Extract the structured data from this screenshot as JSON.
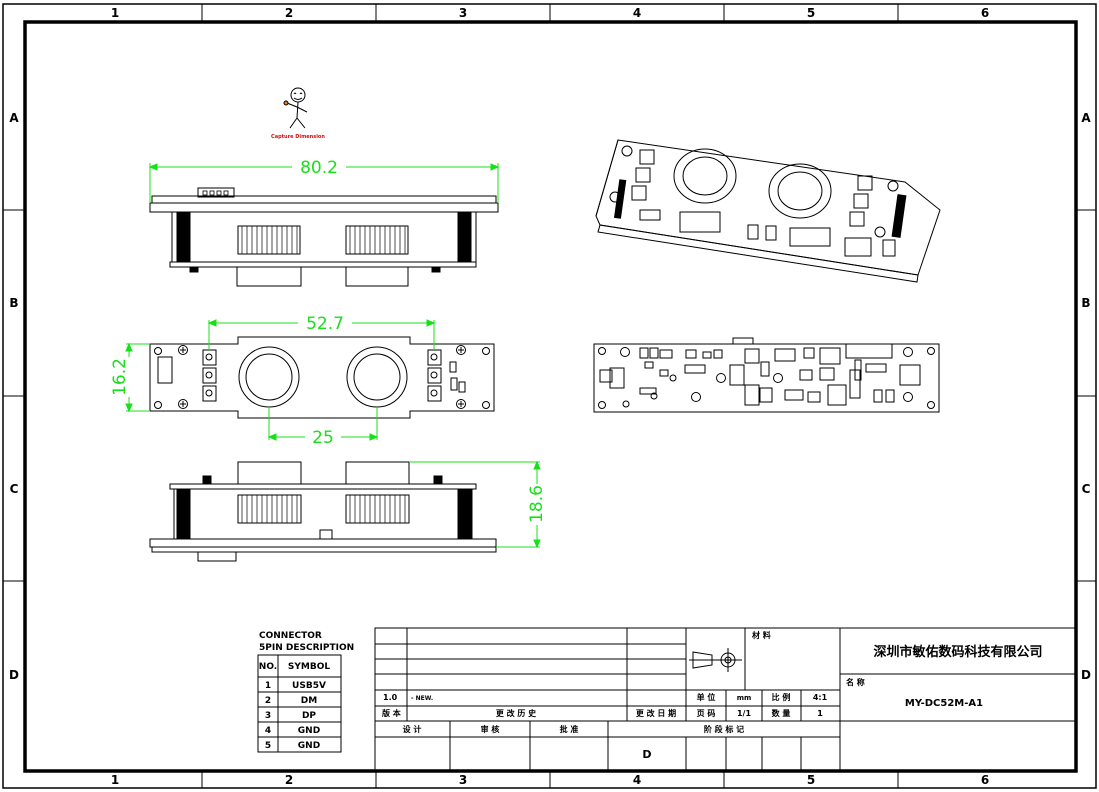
{
  "grid": {
    "columns": [
      "1",
      "2",
      "3",
      "4",
      "5",
      "6"
    ],
    "rows": [
      "A",
      "B",
      "C",
      "D"
    ]
  },
  "logo": {
    "caption": "Capture Dimension"
  },
  "dimensions": {
    "top_width": "80.2",
    "front_lens_span": "52.7",
    "front_height": "16.2",
    "lens_spacing": "25",
    "bottom_height": "18.6"
  },
  "connector_table": {
    "title_line1": "CONNECTOR",
    "title_line2": "5PIN DESCRIPTION",
    "headers": [
      "NO.",
      "SYMBOL"
    ],
    "rows": [
      {
        "no": "1",
        "symbol": "USB5V"
      },
      {
        "no": "2",
        "symbol": "DM"
      },
      {
        "no": "3",
        "symbol": "DP"
      },
      {
        "no": "4",
        "symbol": "GND"
      },
      {
        "no": "5",
        "symbol": "GND"
      }
    ]
  },
  "title_block": {
    "material_label": "材 料",
    "company": "深圳市敏佑数码科技有限公司",
    "name_label": "名 称",
    "part_number": "MY-DC52M-A1",
    "revision_no": "1.0",
    "revision_note": "- NEW.",
    "version_label": "版 本",
    "change_history_label": "更 改 历 史",
    "change_date_label": "更 改 日 期",
    "unit_label": "单 位",
    "unit_value": "mm",
    "scale_label": "比 例",
    "scale_value": "4:1",
    "page_label": "页 码",
    "page_value": "1/1",
    "qty_label": "数 量",
    "qty_value": "1",
    "design_label": "设 计",
    "review_label": "审 核",
    "approve_label": "批 准",
    "stage_label": "阶 段 标 记",
    "stage_value": "D"
  },
  "colors": {
    "line": "#000000",
    "dimension": "#18e018"
  }
}
